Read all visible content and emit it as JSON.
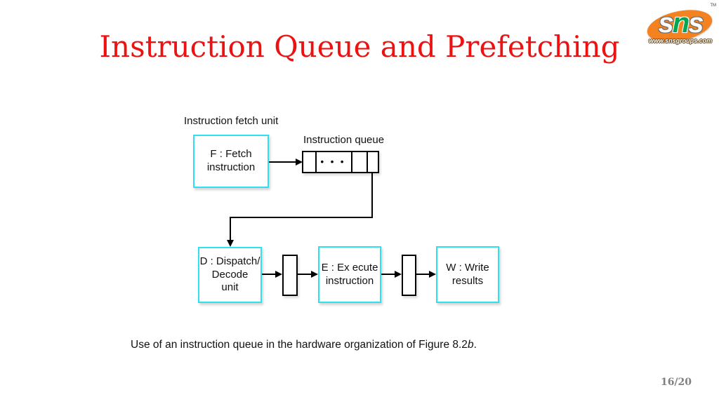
{
  "title": "Instruction Queue and Prefetching",
  "logo": {
    "letters": [
      "s",
      "n",
      "s"
    ],
    "url": "www.snsgroups.com",
    "tm": "TM"
  },
  "diagram": {
    "fetch_unit_label": "Instruction fetch unit",
    "queue_label": "Instruction queue",
    "queue_dots": "• • •",
    "boxes": {
      "fetch": {
        "lines": [
          "F : Fetch",
          "instruction"
        ]
      },
      "dispatch": {
        "lines": [
          "D : Dispatch/",
          "Decode",
          "unit"
        ]
      },
      "execute": {
        "lines": [
          "E : Ex ecute",
          "instruction"
        ]
      },
      "write": {
        "lines": [
          "W : Write",
          "results"
        ]
      }
    }
  },
  "caption": {
    "prefix": "Use of an instruction queue in the hardware organization of Figure 8.2",
    "italic": "b",
    "suffix": "."
  },
  "footer": {
    "page_number": "16/20"
  },
  "colors": {
    "title_red": "#ed1212",
    "box_cyan": "#2fe0ee",
    "logo_orange": "#f58220",
    "logo_green": "#00a651",
    "page_number_gray": "#808080"
  }
}
